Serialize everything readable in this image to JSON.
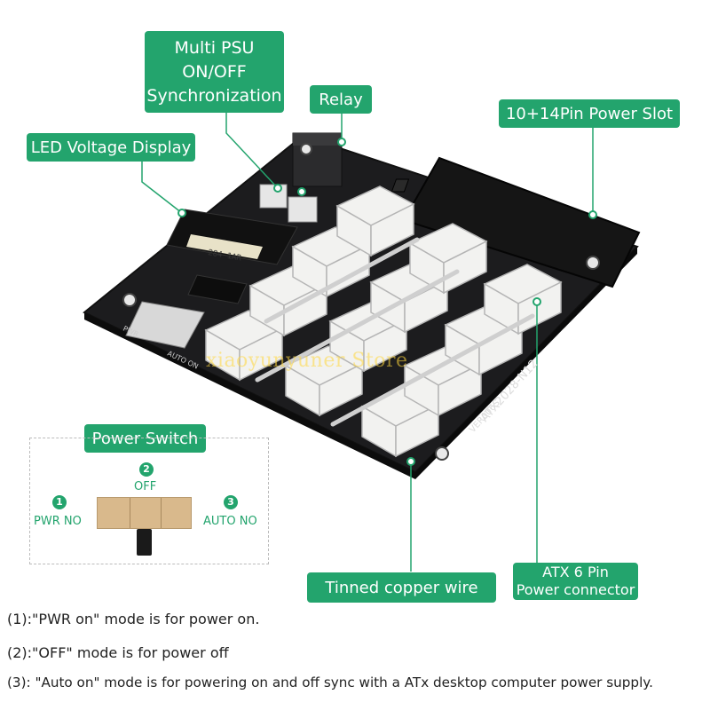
{
  "callouts": {
    "multi_psu": "Multi  PSU\nON/OFF\nSynchronization",
    "relay": "Relay",
    "power_slot": "10+14Pin Power Slot",
    "led_display": "LED Voltage Display",
    "power_switch": "Power Switch",
    "tinned_wire": "Tinned copper wire",
    "atx_6pin": "ATX 6 Pin\nPower connector"
  },
  "switch": {
    "pos1_num": "1",
    "pos1_label": "PWR NO",
    "pos2_num": "2",
    "pos2_label": "OFF",
    "pos3_num": "3",
    "pos3_label": "AUTO NO"
  },
  "board": {
    "led_readout": "284 1AR",
    "model": "ATX2028-N12",
    "version": "VER006S",
    "silk_pwr": "PWR",
    "silk_auto": "AUTO ON"
  },
  "watermark": "xiaoyunyuner Store",
  "notes": [
    "(1):\"PWR on\" mode is for power on.",
    "(2):\"OFF\" mode is for power off",
    "(3): \"Auto on\" mode is for powering on and off sync with a ATx desktop computer power supply."
  ],
  "colors": {
    "accent": "#23a46d",
    "board": "#1c1c1e",
    "connector": "#f2f2f0",
    "switch": "#d9b98c"
  }
}
